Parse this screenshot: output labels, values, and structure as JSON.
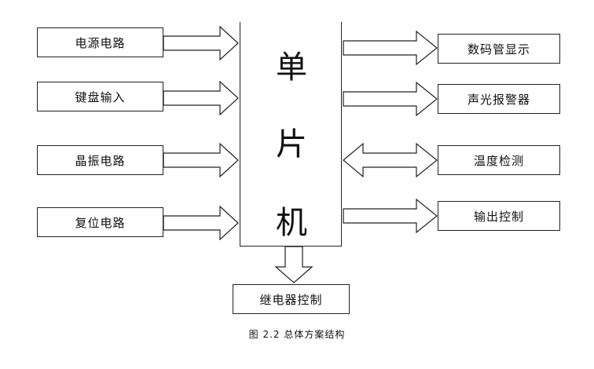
{
  "center": {
    "label_chars": [
      "单",
      "片",
      "机"
    ]
  },
  "inputs": [
    {
      "label": "电源电路"
    },
    {
      "label": "键盘输入"
    },
    {
      "label": "晶振电路"
    },
    {
      "label": "复位电路"
    }
  ],
  "outputs": [
    {
      "label": "数码管显示"
    },
    {
      "label": "声光报警器"
    },
    {
      "label": "温度检测"
    },
    {
      "label": "输出控制"
    }
  ],
  "bottom": {
    "label": "继电器控制"
  },
  "caption": "图 2.2 总体方案结构"
}
